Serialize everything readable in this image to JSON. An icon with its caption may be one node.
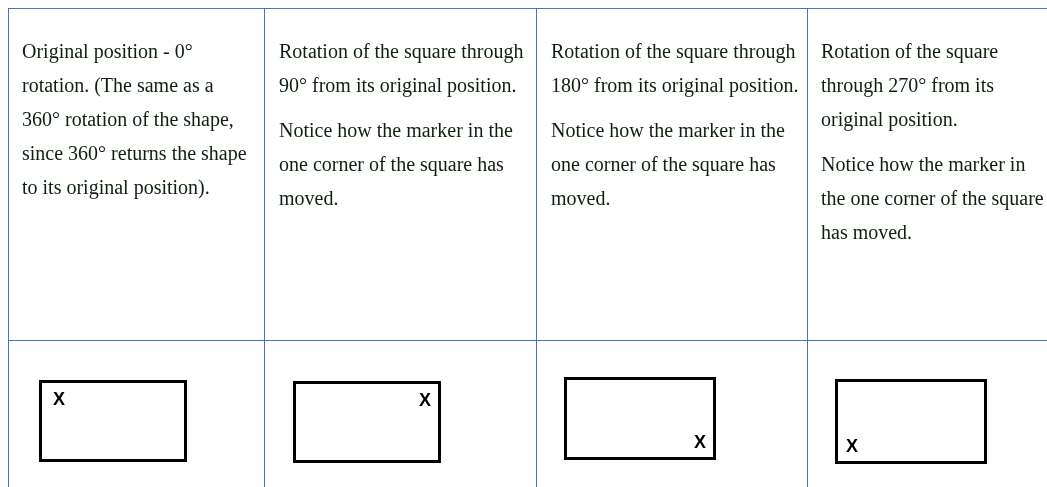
{
  "diagram": {
    "nodes": [
      {
        "text": [
          "X"
        ]
      },
      {
        "text": [
          "X"
        ]
      },
      {
        "text": [
          "X"
        ]
      },
      {
        "text": [
          "X"
        ]
      }
    ],
    "labels": [
      "Original position - 0° rotation. (The same as a 360° rotation of the shape, since 360° returns the shape to its original position).",
      "Rotation of the square through 90° from its original position.",
      "Notice how the marker in the one corner of the square has moved.",
      "Rotation of the square through 180° from its original position.",
      "Notice how the marker in the one corner of the square has moved.",
      "Rotation of the square through 270° from its original position.",
      "Notice how the marker in the one corner of the square has moved."
    ]
  }
}
